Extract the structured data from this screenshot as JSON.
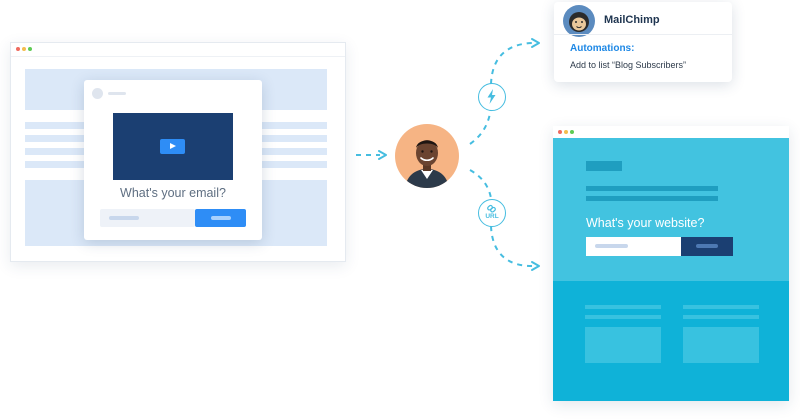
{
  "popup": {
    "question": "What's your email?"
  },
  "mailchimp": {
    "title": "MailChimp",
    "automations_label": "Automations:",
    "action": "Add to list “Blog Subscribers”"
  },
  "website": {
    "question": "What's your website?"
  },
  "badges": {
    "url_label": "URL"
  },
  "icons": {
    "flow_trigger": "lightning-bolt-icon",
    "url_link": "link-icon",
    "video_play": "play-icon"
  },
  "colors": {
    "accent_blue": "#2e8df6",
    "navy": "#1b3f72",
    "site_cyan": "#42c3e0",
    "site_cyan_dark": "#0fb2d8",
    "flow_line": "#46bde0",
    "wireframe_block": "#dbe8f8"
  }
}
